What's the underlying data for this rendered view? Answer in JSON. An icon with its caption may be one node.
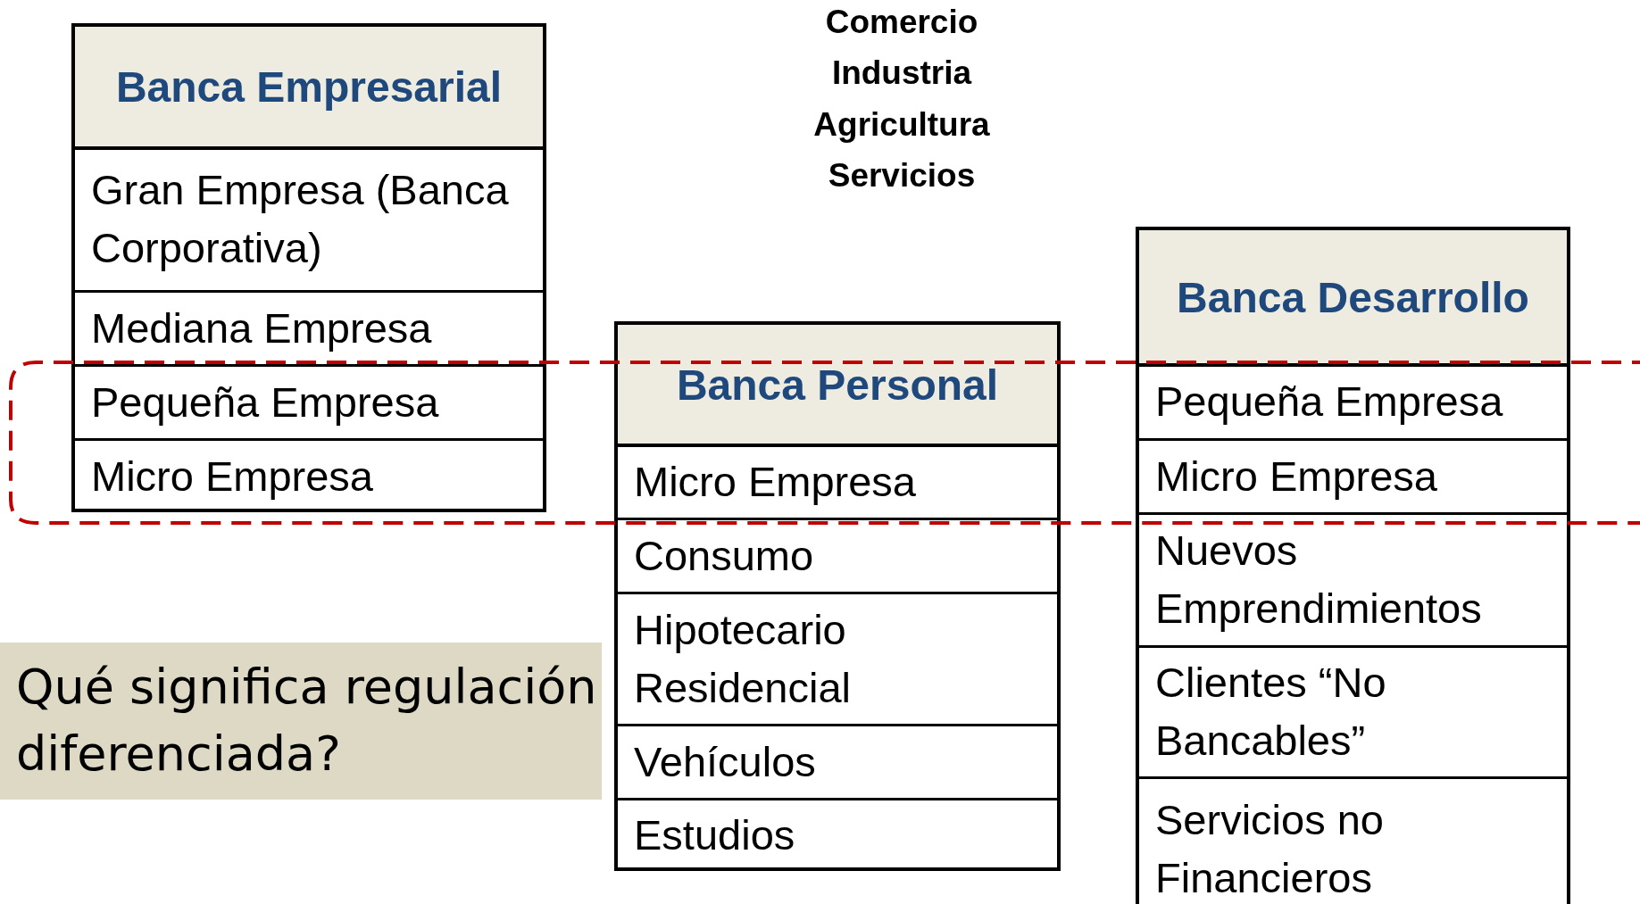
{
  "diagram": {
    "nodes": [
      {
        "text": [
          "Banca Empresarial"
        ]
      },
      {
        "text": [
          "Gran Empresa (Banca Corporativa)"
        ],
        "in": 0
      },
      {
        "text": [
          "Mediana Empresa"
        ],
        "in": 0
      },
      {
        "text": [
          "Pequeña Empresa"
        ],
        "in": 0
      },
      {
        "text": [
          "Micro Empresa"
        ],
        "in": 0
      },
      {
        "text": [
          "Banca Personal"
        ]
      },
      {
        "text": [
          "Micro Empresa"
        ],
        "in": 5
      },
      {
        "text": [
          "Consumo"
        ],
        "in": 5
      },
      {
        "text": [
          "Hipotecario Residencial"
        ],
        "in": 5
      },
      {
        "text": [
          "Vehículos"
        ],
        "in": 5
      },
      {
        "text": [
          "Estudios"
        ],
        "in": 5
      },
      {
        "text": [
          "Banca Desarrollo"
        ]
      },
      {
        "text": [
          "Pequeña Empresa"
        ],
        "in": 11
      },
      {
        "text": [
          "Micro Empresa"
        ],
        "in": 11
      },
      {
        "text": [
          "Nuevos Emprendimientos"
        ],
        "in": 11
      },
      {
        "text": [
          "Clientes “No Bancables”"
        ],
        "in": 11
      },
      {
        "text": [
          "Servicios no Financieros"
        ],
        "in": 11
      },
      {
        "text": [
          "Qué significa regulación diferenciada?"
        ]
      }
    ],
    "edges": [],
    "labels": [
      "Comercio",
      "Industria",
      "Agricultura",
      "Servicios"
    ]
  }
}
